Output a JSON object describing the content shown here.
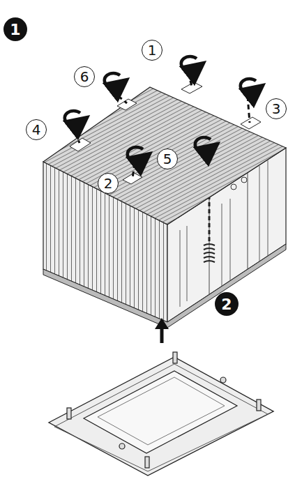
{
  "diagram": {
    "labels": [
      "1",
      "1",
      "6",
      "3",
      "4",
      "5",
      "2",
      "2"
    ]
  }
}
